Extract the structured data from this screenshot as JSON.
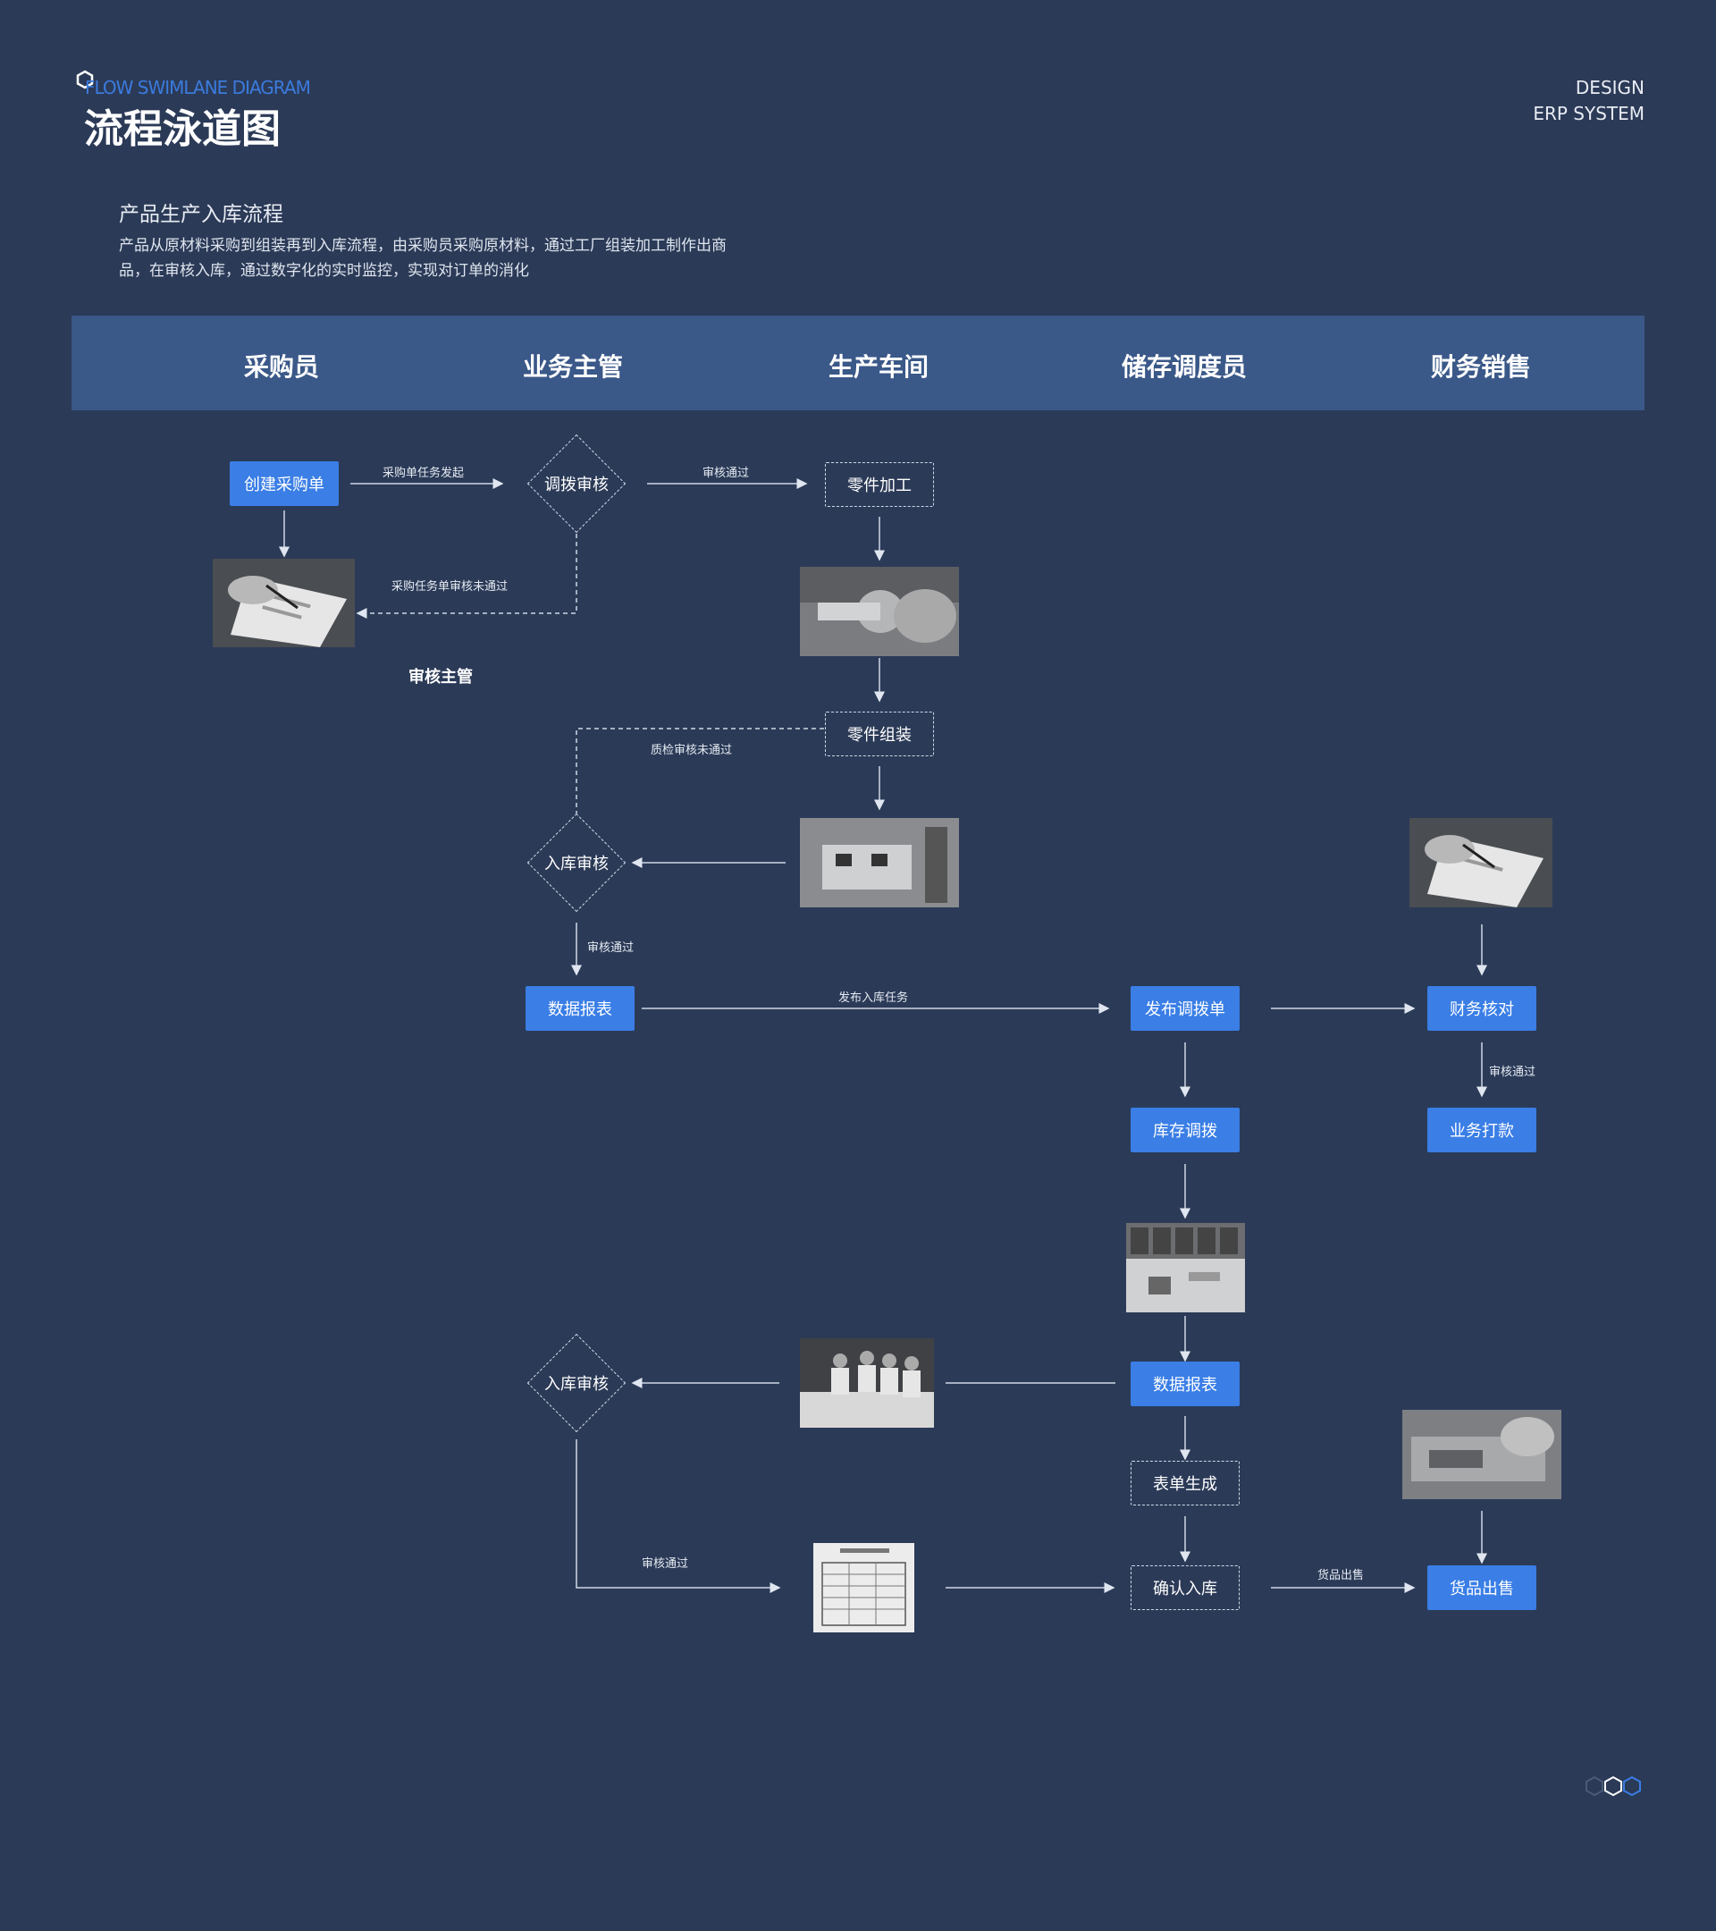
{
  "header": {
    "title_en": "FLOW SWIMLANE DIAGRAM",
    "title_cn": "流程泳道图",
    "design_line1": "DESIGN",
    "design_line2": "ERP SYSTEM"
  },
  "intro": {
    "title": "产品生产入库流程",
    "description": "产品从原材料采购到组装再到入库流程，由采购员采购原材料，通过工厂组装加工制作出商品，在审核入库，通过数字化的实时监控，实现对订单的消化"
  },
  "lanes": [
    "采购员",
    "业务主管",
    "生产车间",
    "储存调度员",
    "财务销售"
  ],
  "nodes": {
    "create_po": "创建采购单",
    "transfer_review": "调拨审核",
    "parts_processing": "零件加工",
    "parts_assembly": "零件组装",
    "warehouse_review_1": "入库审核",
    "data_report_1": "数据报表",
    "publish_transfer": "发布调拨单",
    "finance_check": "财务核对",
    "inventory_transfer": "库存调拨",
    "business_payment": "业务打款",
    "data_report_2": "数据报表",
    "warehouse_review_2": "入库审核",
    "form_generation": "表单生成",
    "confirm_warehouse": "确认入库",
    "goods_sale": "货品出售"
  },
  "edge_labels": {
    "po_initiated": "采购单任务发起",
    "review_passed_1": "审核通过",
    "po_review_failed": "采购任务单审核未通过",
    "qc_failed": "质检审核未通过",
    "review_passed_2": "审核通过",
    "publish_task": "发布入库任务",
    "review_passed_3": "审核通过",
    "review_passed_4": "审核通过",
    "goods_sale_edge": "货品出售"
  },
  "annotations": {
    "review_supervisor": "审核主管"
  },
  "colors": {
    "background": "#2b3a57",
    "lane_bar": "#3a5888",
    "accent": "#3a7ee6"
  }
}
